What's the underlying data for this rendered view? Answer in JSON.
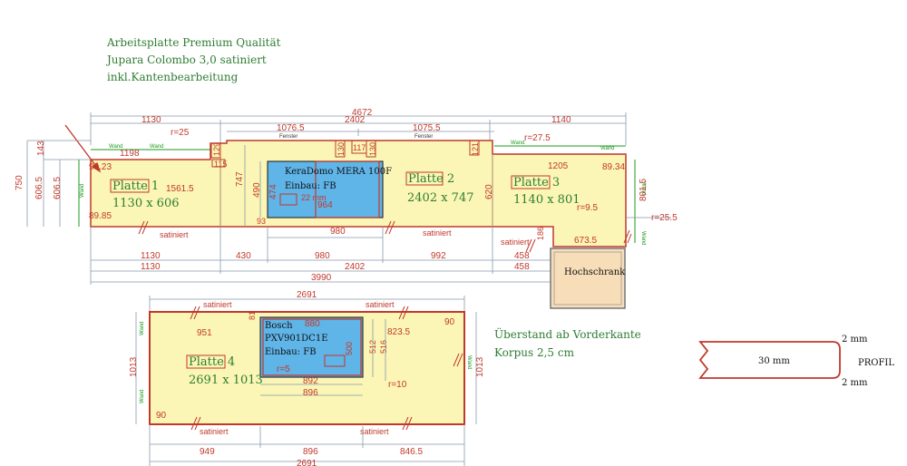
{
  "header": {
    "line1": "Arbeitsplatte Premium Qualität",
    "line2": "Jupara Colombo 3,0 satiniert",
    "line3": "inkl.Kantenbearbeitung"
  },
  "top_dims": {
    "overall": "4672",
    "seg1": "1130",
    "seg2": "2402",
    "seg3": "1140",
    "sub1": "1076.5",
    "sub2": "1075.5"
  },
  "labels": {
    "wand": "Wand",
    "fenster": "Fenster",
    "satiniert": "satiniert",
    "hochschrank": "Hochschrank",
    "profil": "PROFIL"
  },
  "platte1": {
    "name": "Platte 1",
    "size": "1130 x 606",
    "d_1198": "1198",
    "d_15615": "1561.5",
    "d_9023": "90.23",
    "d_8985": "89.85",
    "d_r25": "r=25",
    "d_115": "115",
    "d_129": "129",
    "d_143": "143",
    "d_750": "750",
    "d_6065a": "606.5",
    "d_6065b": "606.5"
  },
  "platte2": {
    "name": "Platte 2",
    "size": "2402 x 747",
    "cooktop_brand": "KeraDomo MERA 100F",
    "cooktop_einbau": "Einbau: FB",
    "d_964": "964",
    "d_474": "474",
    "d_490": "490",
    "d_747": "747",
    "d_620": "620",
    "d_980": "980",
    "d_130a": "130",
    "d_117": "117",
    "d_130b": "130",
    "d_121": "121",
    "d_22mm": "22 mm",
    "d_93": "93"
  },
  "platte3": {
    "name": "Platte 3",
    "size": "1140 x 801",
    "d_1205": "1205",
    "d_8934": "89.34",
    "d_r275": "r=27.5",
    "d_r95": "r=9.5",
    "d_8015": "801.5",
    "d_r255": "r=25.5",
    "d_6735": "673.5",
    "d_186": "186"
  },
  "bottom_dims": {
    "row1": [
      "1130",
      "430",
      "980",
      "992",
      "458"
    ],
    "row2": [
      "1130",
      "2402",
      "458"
    ],
    "row3": "3990"
  },
  "platte4": {
    "name": "Platte 4",
    "size": "2691 x 1013",
    "top": "2691",
    "cooktop_brand": "Bosch",
    "cooktop_model": "PXV901DC1E",
    "cooktop_einbau": "Einbau: FB",
    "d_880": "880",
    "d_951": "951",
    "d_8235": "823.5",
    "d_81": "81",
    "d_90a": "90",
    "d_90b": "90",
    "d_500": "500",
    "d_512": "512",
    "d_516": "516",
    "d_r5": "r=5",
    "d_r10": "r=10",
    "d_892": "892",
    "d_896": "896",
    "d_1013a": "1013",
    "d_1013b": "1013",
    "bottom": [
      "949",
      "896",
      "846.5"
    ],
    "bottom_total": "2691"
  },
  "notes": {
    "line1": "Überstand ab Vorderkante",
    "line2": "Korpus 2,5 cm"
  },
  "profil": {
    "thickness": "30 mm",
    "top_r": "2 mm",
    "bottom_r": "2 mm"
  },
  "colors": {
    "counter_fill": "#fbf6b6",
    "outline": "#c0392b",
    "dim": "#c0392b",
    "hob_fill": "#5fb4e8",
    "wand": "#1e9a1e",
    "hochschrank_fill": "#f7ddb8"
  }
}
